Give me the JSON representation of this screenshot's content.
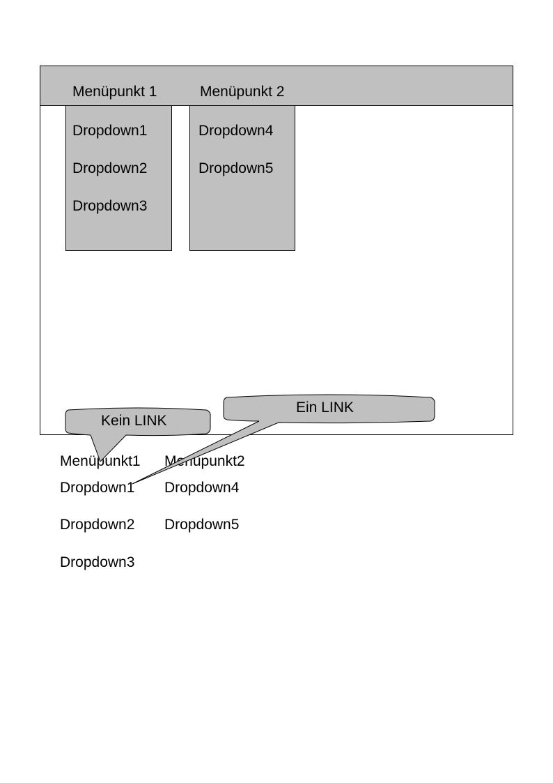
{
  "mockup": {
    "menu": [
      {
        "label": "Menüpunkt 1",
        "dropdown": [
          "Dropdown1",
          "Dropdown2",
          "Dropdown3"
        ]
      },
      {
        "label": "Menüpunkt 2",
        "dropdown": [
          "Dropdown4",
          "Dropdown5"
        ]
      }
    ]
  },
  "plain_list": {
    "columns": [
      {
        "heading": "Menüpunkt1",
        "items": [
          "Dropdown1",
          "Dropdown2",
          "Dropdown3"
        ]
      },
      {
        "heading": "Menüpunkt2",
        "items": [
          "Dropdown4",
          "Dropdown5"
        ]
      }
    ]
  },
  "callouts": {
    "no_link": "Kein LINK",
    "link": "Ein LINK"
  },
  "colors": {
    "menu_fill": "#c0c0c0",
    "outline": "#000000"
  }
}
